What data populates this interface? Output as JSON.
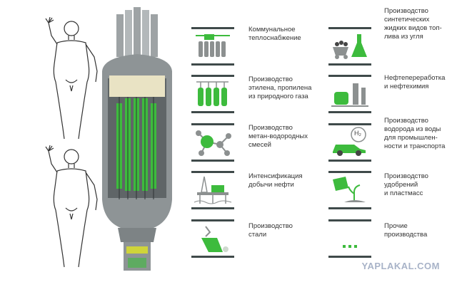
{
  "colors": {
    "accent": "#3dbb3d",
    "frame": "#3f4a4a",
    "icon": "#8c9090",
    "reactor": "#8e9496"
  },
  "left_column": [
    {
      "icon": "radiator-heating-icon",
      "label": "Коммунальное\nтеплоснабжение"
    },
    {
      "icon": "gas-cylinders-icon",
      "label": "Производство\nэтилена, пропилена\nиз природного газа"
    },
    {
      "icon": "molecule-icon",
      "label": "Производство\nметан-водородных\nсмесей"
    },
    {
      "icon": "oil-platform-icon",
      "label": "Интенсификация\nдобычи нефти"
    },
    {
      "icon": "steel-ladle-icon",
      "label": "Производство\nстали"
    }
  ],
  "right_column": [
    {
      "icon": "coal-flask-icon",
      "label": "Производство\nсинтетических\nжидких видов топ-\nлива из угля"
    },
    {
      "icon": "refinery-icon",
      "label": "Нефтепереработка\nи нефтехимия"
    },
    {
      "icon": "hydrogen-car-icon",
      "label": "Производство\nводорода из воды\nдля промышлен-\nности и транспорта"
    },
    {
      "icon": "fertilizer-icon",
      "label": "Производство\nудобрений\nи пластмасс"
    },
    {
      "icon": "ellipsis-icon",
      "label": "Прочие\nпроизводства"
    }
  ],
  "h2_label": "H₂",
  "watermark": "YAPLAKAL.COM"
}
